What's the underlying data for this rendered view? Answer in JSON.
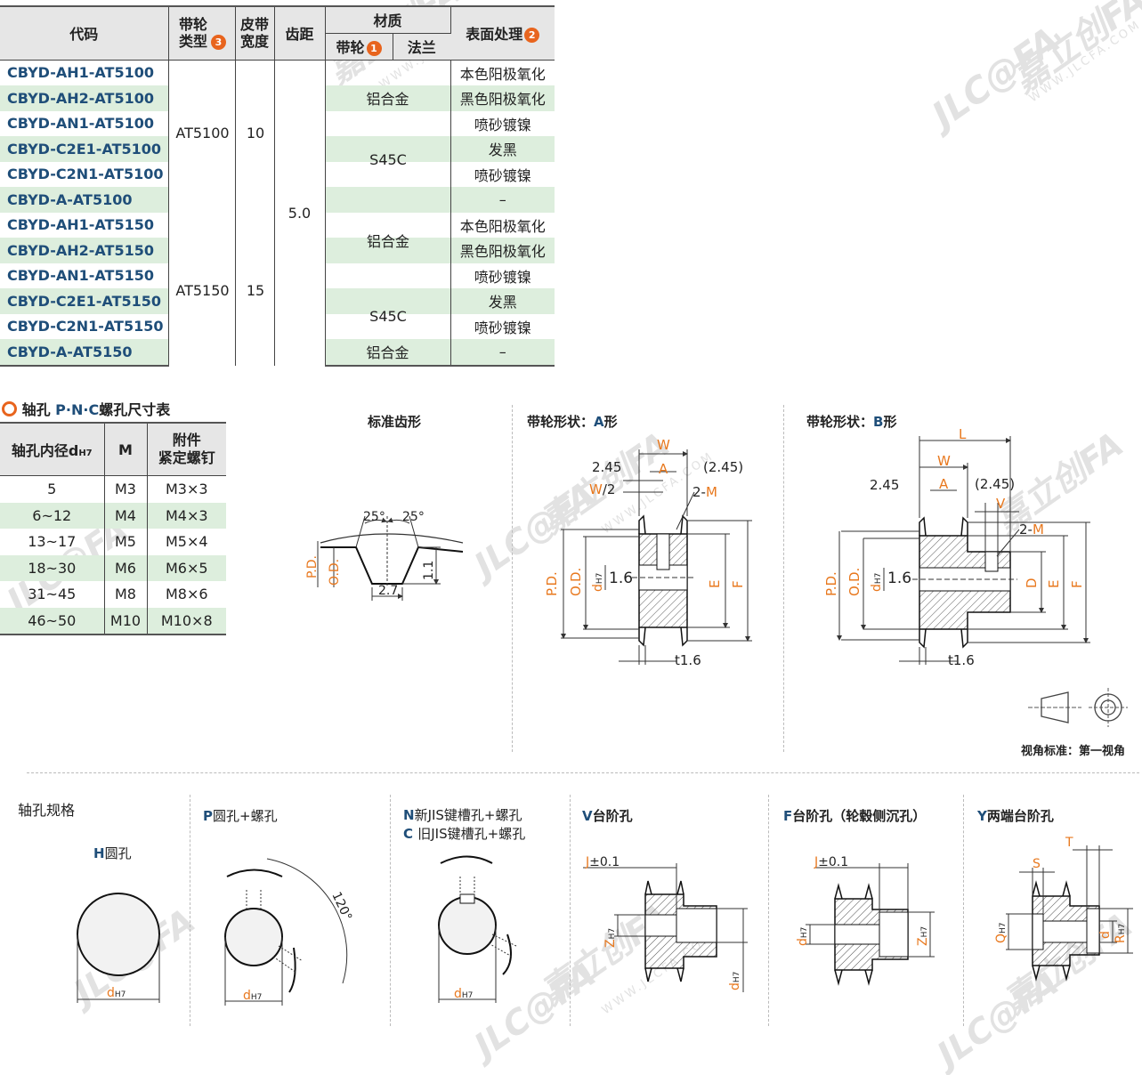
{
  "main_table": {
    "headers": {
      "code": "代码",
      "pulley_type": "带轮类型",
      "pulley_type_badge": "3",
      "belt_width": "皮带宽度",
      "pitch": "齿距",
      "material": "材质",
      "material_pulley": "带轮",
      "material_pulley_badge": "1",
      "material_flange": "法兰",
      "surface": "表面处理",
      "surface_badge": "2"
    },
    "rows": [
      {
        "code": "CBYD-AH1-AT5100",
        "surface": "本色阳极氧化"
      },
      {
        "code": "CBYD-AH2-AT5100",
        "surface": "黑色阳极氧化"
      },
      {
        "code": "CBYD-AN1-AT5100",
        "surface": "喷砂镀镍"
      },
      {
        "code": "CBYD-C2E1-AT5100",
        "surface": "发黑"
      },
      {
        "code": "CBYD-C2N1-AT5100",
        "surface": "喷砂镀镍"
      },
      {
        "code": "CBYD-A-AT5100",
        "surface": "–"
      },
      {
        "code": "CBYD-AH1-AT5150",
        "surface": "本色阳极氧化"
      },
      {
        "code": "CBYD-AH2-AT5150",
        "surface": "黑色阳极氧化"
      },
      {
        "code": "CBYD-AN1-AT5150",
        "surface": "喷砂镀镍"
      },
      {
        "code": "CBYD-C2E1-AT5150",
        "surface": "发黑"
      },
      {
        "code": "CBYD-C2N1-AT5150",
        "surface": "喷砂镀镍"
      },
      {
        "code": "CBYD-A-AT5150",
        "surface": "–"
      }
    ],
    "merged": {
      "type_1": "AT5100",
      "width_1": "10",
      "type_2": "AT5150",
      "width_2": "15",
      "pitch": "5.0",
      "mat_al_1": "铝合金",
      "mat_s45c_1": "S45C",
      "mat_al_2": "铝合金",
      "mat_s45c_2": "S45C",
      "mat_al_3": "铝合金"
    }
  },
  "bore_table": {
    "title_prefix": "轴孔",
    "title_code": "P·N·C",
    "title_suffix": "螺孔尺寸表",
    "headers": {
      "bore": "轴孔内径d",
      "bore_sub": "H7",
      "m": "M",
      "screw_1": "附件",
      "screw_2": "紧定螺钉"
    },
    "rows": [
      {
        "bore": "5",
        "m": "M3",
        "screw": "M3×3"
      },
      {
        "bore": "6~12",
        "m": "M4",
        "screw": "M4×3"
      },
      {
        "bore": "13~17",
        "m": "M5",
        "screw": "M5×4"
      },
      {
        "bore": "18~30",
        "m": "M6",
        "screw": "M6×5"
      },
      {
        "bore": "31~45",
        "m": "M8",
        "screw": "M8×6"
      },
      {
        "bore": "46~50",
        "m": "M10",
        "screw": "M10×8"
      }
    ]
  },
  "tooth": {
    "title": "标准齿形",
    "angle_l": "25°",
    "angle_r": "25°",
    "pd": "P.D.",
    "od": "O.D.",
    "h": "1.1",
    "w": "2.7"
  },
  "shape_a": {
    "title_prefix": "带轮形状：",
    "title_letter": "A",
    "title_suffix": "形",
    "w": "W",
    "d245": "2.45",
    "a": "A",
    "p245": "(2.45)",
    "w2_w": "W",
    "w2_slash": "/2",
    "m2_prefix": "2-",
    "m2_m": "M",
    "pd": "P.D.",
    "od": "O.D.",
    "d": "d",
    "dsub": "H7",
    "d16": "1.6",
    "e": "E",
    "f": "F",
    "t16": "t1.6"
  },
  "shape_b": {
    "title_prefix": "带轮形状：",
    "title_letter": "B",
    "title_suffix": "形",
    "l": "L",
    "w": "W",
    "d245": "2.45",
    "a": "A",
    "p245": "(2.45)",
    "v": "V",
    "m2_prefix": "2-",
    "m2_m": "M",
    "pd": "P.D.",
    "od": "O.D.",
    "d": "d",
    "dsub": "H7",
    "d16": "1.6",
    "dd": "D",
    "e": "E",
    "f": "F",
    "t16": "t1.6"
  },
  "view_standard": "视角标准：第一视角",
  "bore_spec": {
    "title": "轴孔规格",
    "h_letter": "H",
    "h_text": "圆孔",
    "p_letter": "P",
    "p_text": "圆孔+螺孔",
    "angle": "120°",
    "n_letter": "N",
    "n_text": "新JIS键槽孔+螺孔",
    "c_letter": "C",
    "c_text": "旧JIS键槽孔+螺孔",
    "v_letter": "V",
    "v_text": "台阶孔",
    "f_letter": "F",
    "f_text": "台阶孔（轮毂侧沉孔）",
    "y_letter": "Y",
    "y_text": "两端台阶孔",
    "d": "d",
    "dsub": "H7",
    "j": "J",
    "tol": "±0.1",
    "z": "Z",
    "q": "Q",
    "r": "R",
    "s": "S",
    "t": "T"
  },
  "watermark": "JLC@FA 嘉立创FA",
  "watermark_url": "WWW.JLCFA.COM"
}
